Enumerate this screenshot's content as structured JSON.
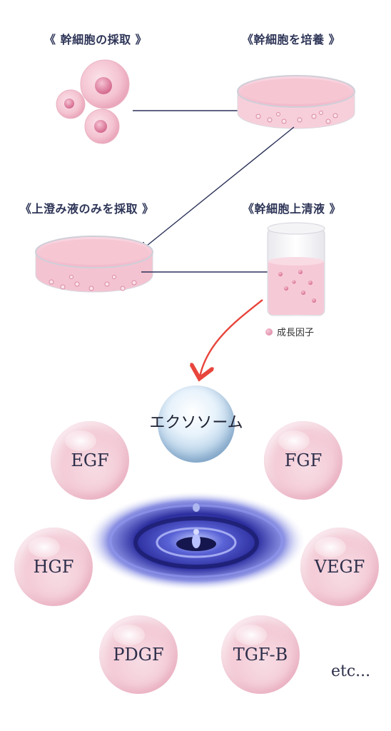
{
  "steps": {
    "step1": "《 幹細胞の採取 》",
    "step2": "《幹細胞を培養 》",
    "step3": "《上澄み液のみを採取 》",
    "step4": "《幹細胞上清液 》"
  },
  "legend": {
    "label": "成長因子"
  },
  "exosome": {
    "label": "エクソソーム"
  },
  "growth_factors": [
    "EGF",
    "FGF",
    "HGF",
    "VEGF",
    "PDGF",
    "TGF-B"
  ],
  "etc_label": "etc...",
  "colors": {
    "label_text": "#2e3557",
    "arrow": "#2b3158",
    "highlight_arrow": "#e8453c",
    "dish_pink": "#f4c6d2",
    "bubble_pink": "#f3c9d5",
    "water_blue": "#3b3fb8"
  }
}
